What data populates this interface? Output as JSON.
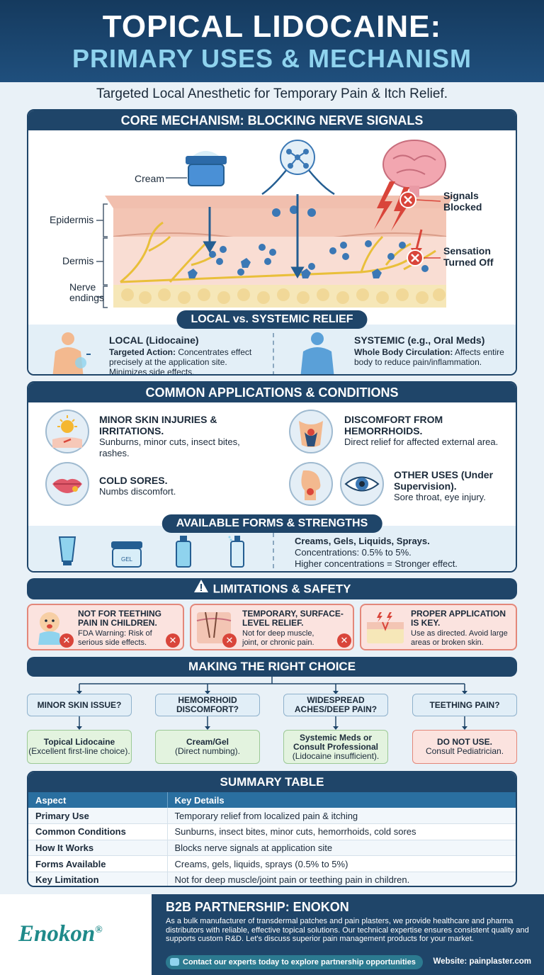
{
  "header": {
    "title_line1": "TOPICAL LIDOCAINE:",
    "title_line2": "PRIMARY USES & MECHANISM",
    "subtitle": "Targeted Local Anesthetic for Temporary Pain & Itch Relief."
  },
  "mechanism": {
    "heading": "CORE MECHANISM: BLOCKING NERVE SIGNALS",
    "labels": {
      "cream": "Cream",
      "epidermis": "Epidermis",
      "dermis": "Dermis",
      "nerve_endings_1": "Nerve",
      "nerve_endings_2": "endings",
      "signals_1": "Signals",
      "signals_2": "Blocked",
      "sensation_1": "Sensation",
      "sensation_2": "Turned Off"
    },
    "relief_heading": "LOCAL vs. SYSTEMIC RELIEF",
    "local": {
      "title": "LOCAL (Lidocaine)",
      "lead": "Targeted Action:",
      "text": "Concentrates effect precisely at the application site. Minimizes side effects."
    },
    "systemic": {
      "title": "SYSTEMIC (e.g., Oral Meds)",
      "lead": "Whole Body Circulation:",
      "text": "Affects entire body to reduce pain/inflammation."
    }
  },
  "applications": {
    "heading": "COMMON APPLICATIONS & CONDITIONS",
    "items": [
      {
        "title": "MINOR SKIN INJURIES & IRRITATIONS.",
        "text": "Sunburns, minor cuts, insect bites, rashes."
      },
      {
        "title": "DISCOMFORT FROM HEMORRHOIDS.",
        "text": "Direct relief for affected external area."
      },
      {
        "title": "COLD SORES.",
        "text": "Numbs discomfort."
      },
      {
        "title": "OTHER USES (Under Supervision).",
        "text": "Sore throat, eye injury."
      }
    ],
    "forms_heading": "AVAILABLE FORMS & STRENGTHS",
    "forms_title": "Creams, Gels, Liquids, Sprays.",
    "forms_line1": "Concentrations: 0.5% to 5%.",
    "forms_line2": "Higher concentrations = Stronger effect.",
    "gel_label": "GEL"
  },
  "limitations": {
    "heading": "LIMITATIONS & SAFETY",
    "cards": [
      {
        "title": "NOT FOR TEETHING PAIN IN CHILDREN.",
        "text": "FDA Warning: Risk of serious side effects."
      },
      {
        "title": "TEMPORARY, SURFACE-LEVEL RELIEF.",
        "text": "Not for deep muscle, joint, or chronic pain."
      },
      {
        "title": "PROPER APPLICATION IS KEY.",
        "text": "Use as directed. Avoid large areas or broken skin."
      }
    ]
  },
  "choice": {
    "heading": "MAKING THE RIGHT CHOICE",
    "questions": [
      "MINOR SKIN ISSUE?",
      "HEMORRHOID DISCOMFORT?",
      "WIDESPREAD ACHES/DEEP PAIN?",
      "TEETHING PAIN?"
    ],
    "answers": [
      {
        "title": "Topical Lidocaine",
        "text": "(Excellent first-line choice)."
      },
      {
        "title": "Cream/Gel",
        "text": "(Direct numbing)."
      },
      {
        "title": "Systemic Meds or Consult Professional",
        "text": "(Lidocaine insufficient)."
      },
      {
        "title": "DO NOT USE.",
        "text": "Consult Pediatrician."
      }
    ]
  },
  "summary": {
    "heading": "SUMMARY TABLE",
    "columns": [
      "Aspect",
      "Key Details"
    ],
    "rows": [
      [
        "Primary Use",
        "Temporary relief from localized pain & itching"
      ],
      [
        "Common Conditions",
        "Sunburns, insect bites, minor cuts, hemorrhoids, cold sores"
      ],
      [
        "How It Works",
        "Blocks nerve signals at application site"
      ],
      [
        "Forms Available",
        "Creams, gels, liquids, sprays (0.5% to 5%)"
      ],
      [
        "Key Limitation",
        "Not for deep muscle/joint pain or teething pain in children."
      ]
    ]
  },
  "footer": {
    "logo": "Enokon",
    "logo_mark": "®",
    "title": "B2B PARTNERSHIP: ENOKON",
    "body": "As a bulk manufacturer of transdermal patches and pain plasters, we provide healthcare and pharma distributors with reliable, effective topical solutions. Our technical expertise ensures consistent quality and supports custom R&D. Let's discuss superior pain management products for your market.",
    "cta": "Contact our experts today to explore partnership opportunities",
    "website": "Website: painplaster.com"
  },
  "colors": {
    "navy": "#1f4569",
    "accent": "#8fd3ee",
    "warning_red": "#d9453a",
    "safe_green": "#e3f3df"
  }
}
